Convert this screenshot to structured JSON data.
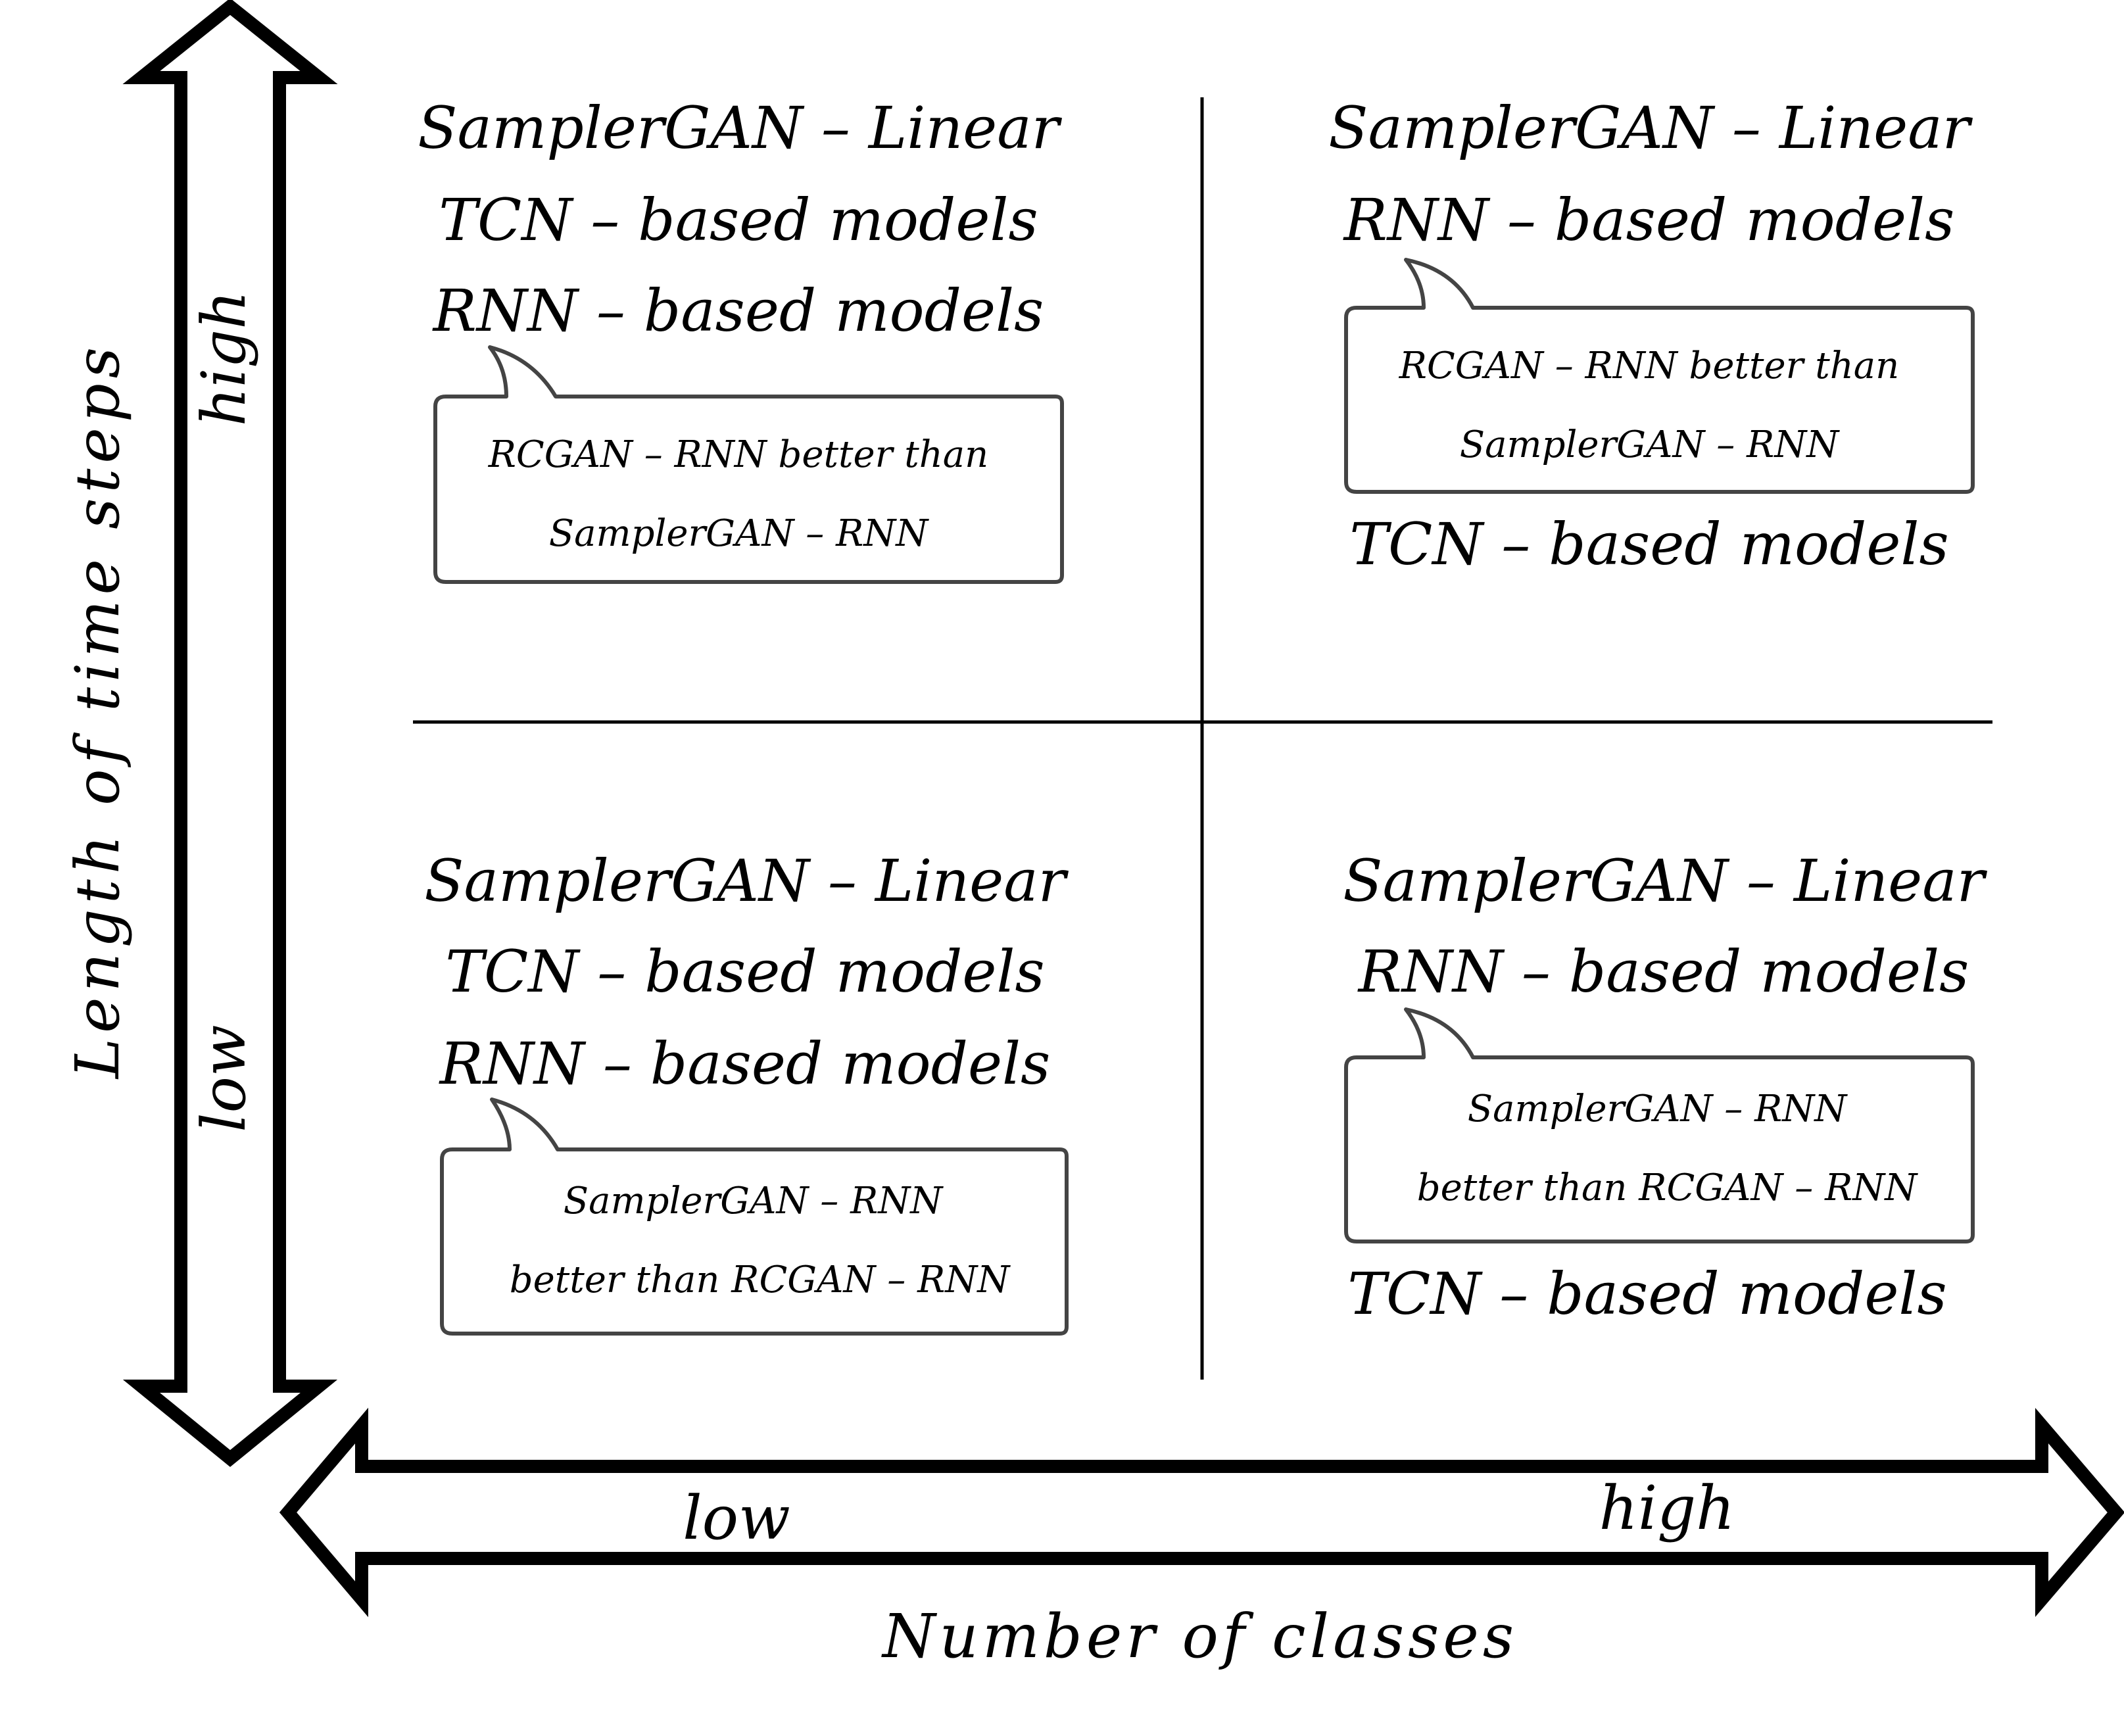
{
  "y_axis": {
    "title": "Length of time steps",
    "high_label": "high",
    "low_label": "low"
  },
  "x_axis": {
    "title": "Number of classes",
    "low_label": "low",
    "high_label": "high"
  },
  "quadrants": {
    "top_left": {
      "lines": [
        "SamplerGAN – Linear",
        "TCN – based  models",
        "RNN – based  models"
      ],
      "bubble": [
        "RCGAN – RNN  better  than",
        "SamplerGAN – RNN"
      ],
      "after": ""
    },
    "top_right": {
      "lines": [
        "SamplerGAN – Linear",
        "RNN – based  models"
      ],
      "bubble": [
        "RCGAN – RNN  better  than",
        "SamplerGAN – RNN"
      ],
      "after": "TCN – based  models"
    },
    "bottom_left": {
      "lines": [
        "SamplerGAN – Linear",
        "TCN – based  models",
        "RNN – based  models"
      ],
      "bubble": [
        "SamplerGAN – RNN",
        "better  than  RCGAN – RNN"
      ],
      "after": ""
    },
    "bottom_right": {
      "lines": [
        "SamplerGAN – Linear",
        "RNN – based  models"
      ],
      "bubble": [
        "SamplerGAN – RNN",
        "better  than  RCGAN – RNN"
      ],
      "after": "TCN – based  models"
    }
  }
}
